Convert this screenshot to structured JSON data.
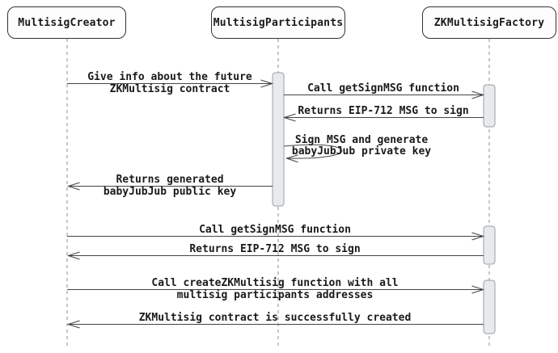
{
  "diagram": {
    "type": "sequence-diagram",
    "actors": [
      {
        "id": "multisig-creator",
        "name": "MultisigCreator"
      },
      {
        "id": "multisig-participants",
        "name": "MultisigParticipants"
      },
      {
        "id": "zkmultisig-factory",
        "name": "ZKMultisigFactory"
      }
    ],
    "messages": [
      {
        "from": "MultisigCreator",
        "to": "MultisigParticipants",
        "lines": [
          "Give info about the future",
          "ZKMultisig contract"
        ]
      },
      {
        "from": "MultisigParticipants",
        "to": "ZKMultisigFactory",
        "lines": [
          "Call getSignMSG function"
        ]
      },
      {
        "from": "ZKMultisigFactory",
        "to": "MultisigParticipants",
        "lines": [
          "Returns EIP-712 MSG to sign"
        ]
      },
      {
        "from": "MultisigParticipants",
        "to": "MultisigParticipants",
        "self": true,
        "lines": [
          "Sign MSG and generate",
          "babyJubJub private key"
        ]
      },
      {
        "from": "MultisigParticipants",
        "to": "MultisigCreator",
        "lines": [
          "Returns generated",
          "babyJubJub public key"
        ]
      },
      {
        "from": "MultisigCreator",
        "to": "ZKMultisigFactory",
        "lines": [
          "Call getSignMSG function"
        ]
      },
      {
        "from": "ZKMultisigFactory",
        "to": "MultisigCreator",
        "lines": [
          "Returns EIP-712 MSG to sign"
        ]
      },
      {
        "from": "MultisigCreator",
        "to": "ZKMultisigFactory",
        "lines": [
          "Call createZKMultisig function with all",
          "multisig participants addresses"
        ]
      },
      {
        "from": "ZKMultisigFactory",
        "to": "MultisigCreator",
        "lines": [
          "ZKMultisig contract is successfully created"
        ]
      }
    ],
    "colors": {
      "background": "#ffffff",
      "actor_border": "#333333",
      "actor_fill": "#fdfdfd",
      "lifeline": "#8c8c8c",
      "activation_fill": "#e8eaeb",
      "activation_border": "#9aa0a3",
      "arrow": "#444444",
      "text": "#1a1a1a"
    }
  }
}
